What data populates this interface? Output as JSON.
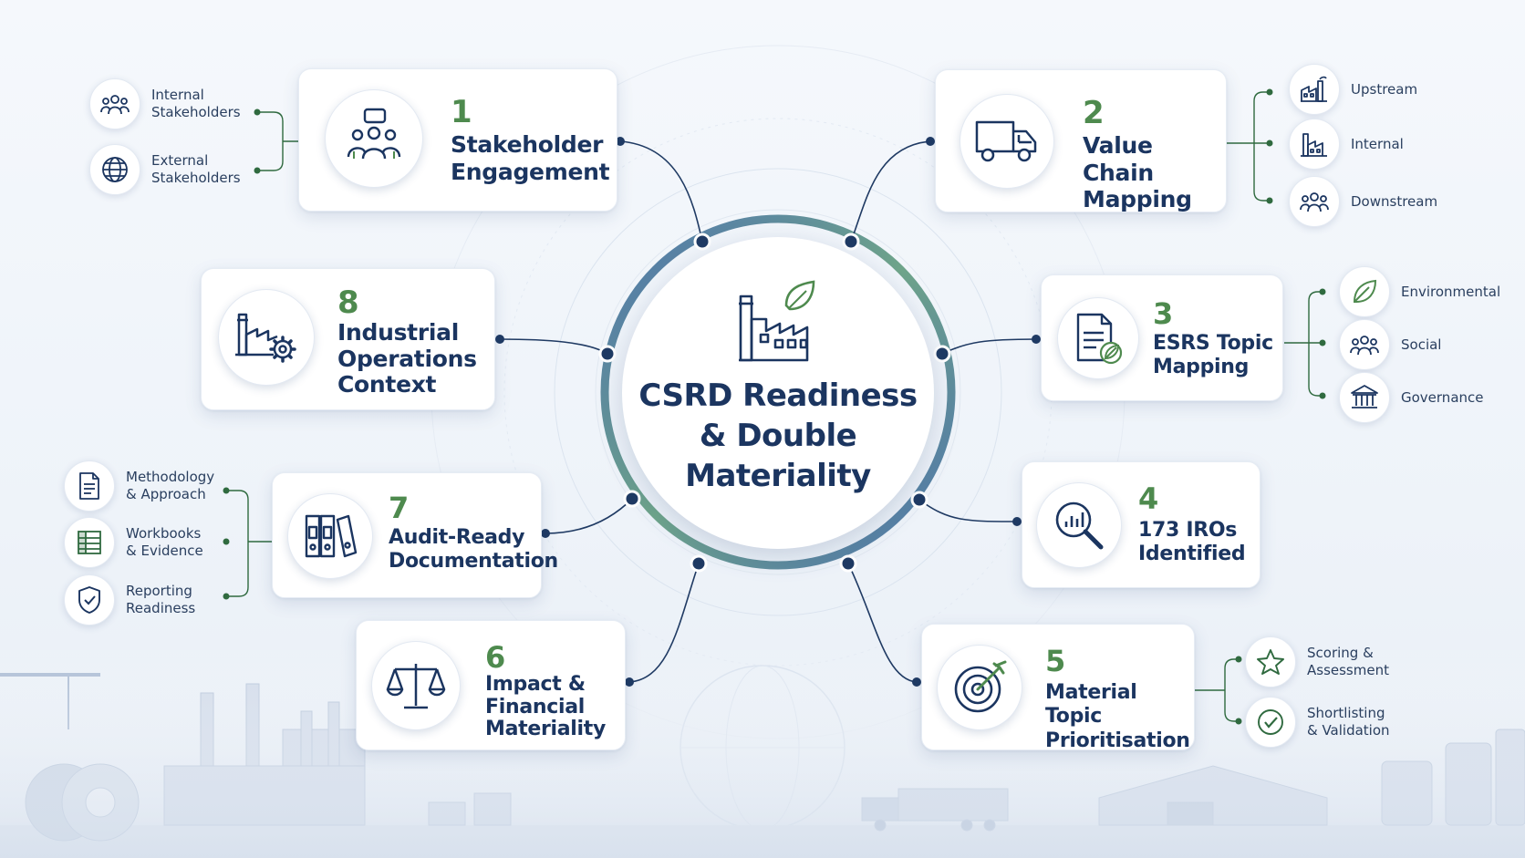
{
  "center": {
    "title": "CSRD Readiness\n& Double\nMateriality",
    "icon": "factory-leaf-icon"
  },
  "cards": [
    {
      "id": "stakeholder",
      "number": "1",
      "title": "Stakeholder\nEngagement",
      "icon": "stakeholder-group-icon"
    },
    {
      "id": "valuechain",
      "number": "2",
      "title": "Value Chain\nMapping",
      "icon": "truck-icon"
    },
    {
      "id": "esrs",
      "number": "3",
      "title": "ESRS Topic\nMapping",
      "icon": "document-leaf-icon"
    },
    {
      "id": "iros",
      "number": "4",
      "title": "173 IROs\nIdentified",
      "icon": "magnifier-chart-icon"
    },
    {
      "id": "material",
      "number": "5",
      "title": "Material Topic\nPrioritisation",
      "icon": "target-icon"
    },
    {
      "id": "impact",
      "number": "6",
      "title": "Impact &\nFinancial\nMateriality",
      "icon": "scales-icon"
    },
    {
      "id": "audit",
      "number": "7",
      "title": "Audit-Ready\nDocumentation",
      "icon": "binders-icon"
    },
    {
      "id": "industrial",
      "number": "8",
      "title": "Industrial\nOperations\nContext",
      "icon": "factory-gear-icon"
    }
  ],
  "subitems": {
    "stakeholder": [
      {
        "label": "Internal\nStakeholders",
        "icon": "people-icon"
      },
      {
        "label": "External\nStakeholders",
        "icon": "globe-icon"
      }
    ],
    "valuechain": [
      {
        "label": "Upstream",
        "icon": "factory-icon"
      },
      {
        "label": "Internal",
        "icon": "plant-icon"
      },
      {
        "label": "Downstream",
        "icon": "people-icon"
      }
    ],
    "esrs": [
      {
        "label": "Environmental",
        "icon": "leaf-icon"
      },
      {
        "label": "Social",
        "icon": "people-icon"
      },
      {
        "label": "Governance",
        "icon": "building-icon"
      }
    ],
    "material": [
      {
        "label": "Scoring &\nAssessment",
        "icon": "star-icon"
      },
      {
        "label": "Shortlisting\n& Validation",
        "icon": "check-icon"
      }
    ],
    "audit": [
      {
        "label": "Methodology\n& Approach",
        "icon": "document-icon"
      },
      {
        "label": "Workbooks\n& Evidence",
        "icon": "spreadsheet-icon"
      },
      {
        "label": "Reporting\nReadiness",
        "icon": "shield-check-icon"
      }
    ]
  },
  "colors": {
    "navy": "#1b3560",
    "green": "#4e8a4e",
    "ring_blue": "#5f82b8",
    "ring_green": "#6fa58a"
  }
}
